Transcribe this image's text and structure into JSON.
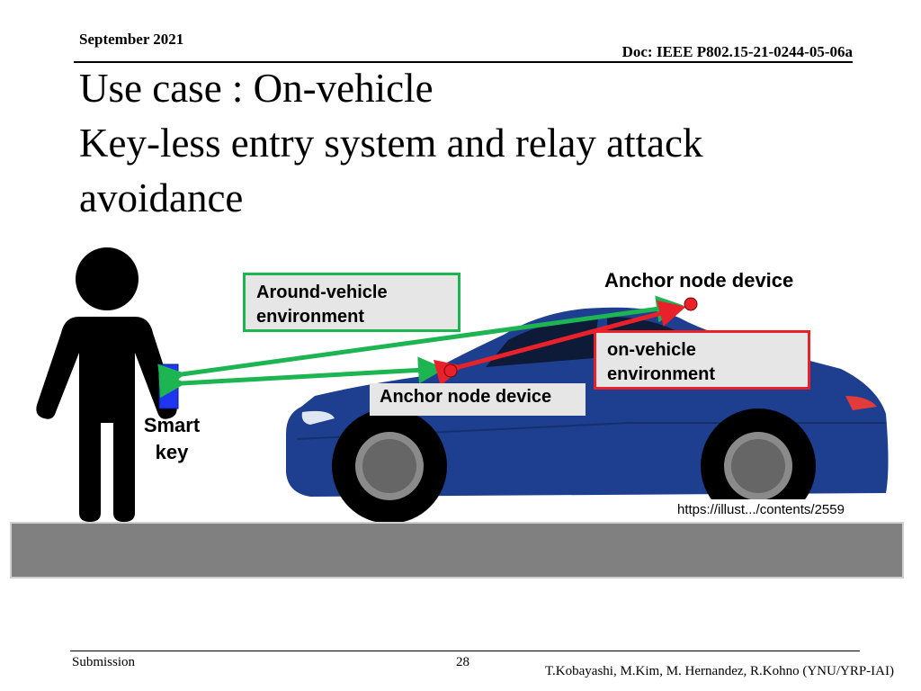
{
  "header": {
    "date": "September 2021",
    "doc": "Doc: IEEE P802.15-21-0244-05-06a"
  },
  "title": {
    "line1": "Use case : On-vehicle",
    "line2": "Key-less entry system and relay attack",
    "line3": "avoidance"
  },
  "diagram": {
    "around_vehicle_label_1": "Around-vehicle",
    "around_vehicle_label_2": "environment",
    "on_vehicle_label_1": "on-vehicle",
    "on_vehicle_label_2": "environment",
    "anchor_top_label": "Anchor node device",
    "anchor_bottom_label": "Anchor node device",
    "smart_key_label_1": "Smart",
    "smart_key_label_2": "key",
    "image_credit": "https://illust.../contents/2559",
    "colors": {
      "around_vehicle": "#1db552",
      "on_vehicle": "#e8212a",
      "car_body": "#1e3f8f",
      "smart_key": "#1f35f0",
      "ground": "#808080"
    }
  },
  "footer": {
    "submission": "Submission",
    "page": "28",
    "authors": "T.Kobayashi, M.Kim, M. Hernandez, R.Kohno (YNU/YRP-IAI)"
  }
}
